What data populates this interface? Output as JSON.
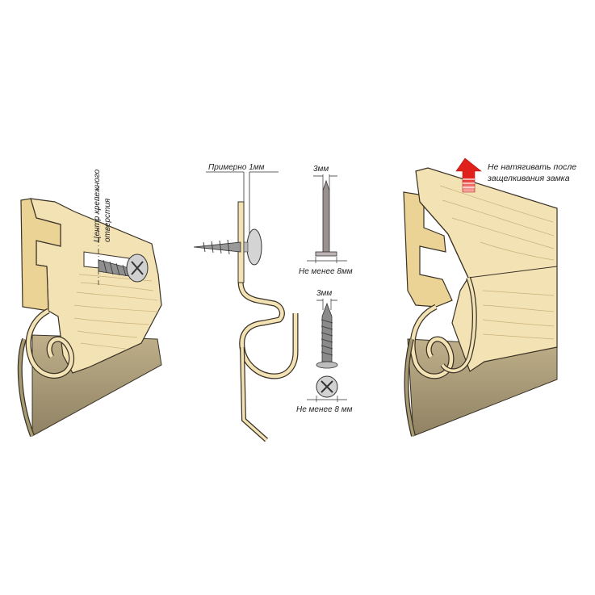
{
  "labels": {
    "hole_center_line1": "Центр крепежного",
    "hole_center_line2": "отверстия",
    "gap": "Примерно 1мм",
    "nail_width": "3мм",
    "nail_head": "Не менее 8мм",
    "screw_width": "3мм",
    "screw_head": "Не менее 8 мм",
    "warning_line1": "Не натягивать после",
    "warning_line2": "защелкивания замка"
  },
  "colors": {
    "panel_face": "#f3e2b3",
    "panel_shadow": "#e2cd93",
    "panel_underside": "#a79a73",
    "outline": "#3a3226",
    "arrow": "#e0201b"
  }
}
